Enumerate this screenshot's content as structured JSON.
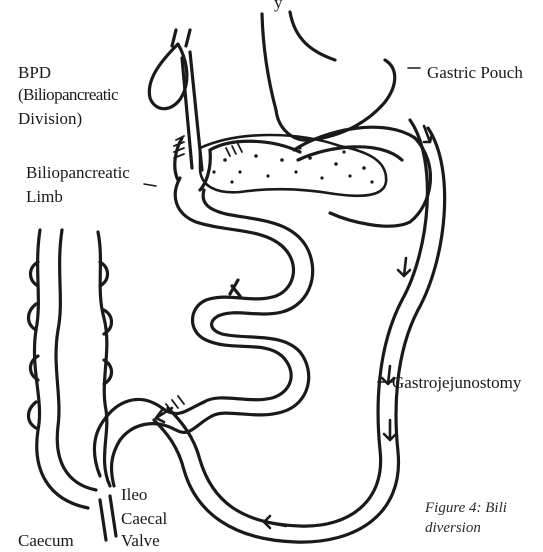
{
  "diagram": {
    "labels": {
      "top_cut": "y",
      "bpd_line1": "BPD",
      "bpd_line2": "(Biliopancreatic",
      "bpd_line3": "Division)",
      "gastric_pouch": "Gastric Pouch",
      "biliopancreatic_limb_line1": "Biliopancreatic",
      "biliopancreatic_limb_line2": "Limb",
      "gastrojejunostomy": "Gastrojejunostomy",
      "ileo": "Ileo",
      "caecal": "Caecal",
      "valve": "Valve",
      "caecum": "Caecum"
    },
    "caption": {
      "line1": "Figure 4: Bili",
      "line2": "diversion"
    },
    "colors": {
      "ink": "#1a1a1a",
      "background": "#ffffff"
    }
  }
}
